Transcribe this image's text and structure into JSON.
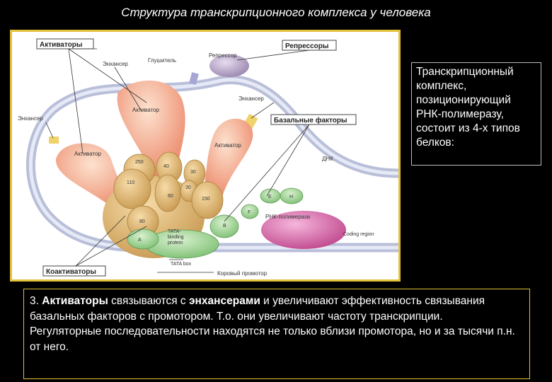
{
  "slide": {
    "title": "Структура транскрипционного комплекса у человека",
    "side_text": "Транскрипционный комплекс, позиционирующий РНК-полимеразу, состоит из 4-х типов белков:",
    "bottom": {
      "num": "3.",
      "activators": "Активаторы",
      "p1": "связываются с",
      "enhancers": "энхансерами",
      "p2": "и увеличивают эффективность связывания базальных факторов с промотором.  Т.о. они увеличивают частоту транскрипции.",
      "line2": "Регуляторные последовательности находятся не только вблизи промотора, но и за тысячи п.н. от него."
    }
  },
  "diagram": {
    "boxes": {
      "activators": "Активаторы",
      "repressors": "Репрессоры",
      "basal": "Базальные факторы",
      "coactivators": "Коактиваторы"
    },
    "labels": {
      "enhancer_top": "Энхансер",
      "silencer": "Глушитель",
      "repressor": "Репрессор",
      "enhancer_right": "Энхансер",
      "enhancer_left": "Энхансер",
      "activator_mid": "Активатор",
      "activator_left": "Активатор",
      "activator_right": "Активатор",
      "dna": "ДНК",
      "rnap": "РНК-полимераза",
      "coding": "Coding region",
      "tata_box": "TATA box",
      "core_promoter": "Коровый промотор",
      "tbp_1": "TATA-",
      "tbp_2": "binding",
      "tbp_3": "protein"
    },
    "subunits": {
      "s250": "250",
      "s40": "40",
      "s30": "30",
      "s110": "110",
      "s60": "60",
      "s30b": "30",
      "s150": "150",
      "s80": "80",
      "A": "A",
      "B": "B",
      "E": "E",
      "H": "H",
      "F": "F"
    }
  }
}
